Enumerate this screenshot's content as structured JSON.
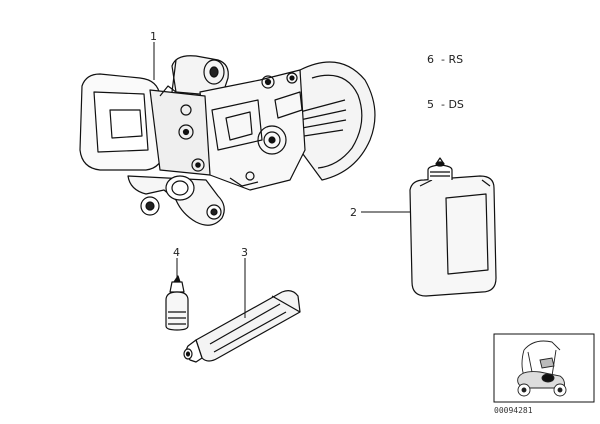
{
  "callouts": {
    "c1": "1",
    "c2": "2",
    "c3": "3",
    "c4": "4"
  },
  "legend": [
    {
      "number": "6",
      "label": "- RS"
    },
    {
      "number": "5",
      "label": "- DS"
    }
  ],
  "thumbnail": {
    "part_number": "00094281"
  }
}
